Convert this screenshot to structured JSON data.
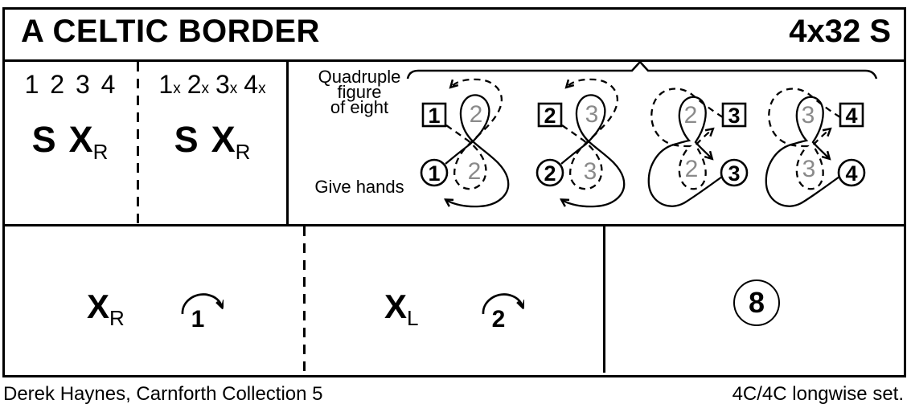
{
  "header": {
    "title": "A CELTIC BORDER",
    "code": "4x32 S"
  },
  "row_bars": {
    "phrase1": {
      "bars": "1 2 3 4",
      "action_s": "S",
      "action_x": "X",
      "action_x_sub": "R"
    },
    "phrase2": {
      "bars": [
        {
          "n": "1",
          "sub": "x"
        },
        {
          "n": "2",
          "sub": "x"
        },
        {
          "n": "3",
          "sub": "x"
        },
        {
          "n": "4",
          "sub": "x"
        }
      ],
      "action_s": "S",
      "action_x": "X",
      "action_x_sub": "R"
    },
    "figure_label_lines": [
      "Quadruple",
      "figure",
      "of eight"
    ],
    "hands_label": "Give hands",
    "diagrams": [
      {
        "square": "1",
        "circle": "1",
        "ghost_top": "2",
        "ghost_bottom": "2",
        "orientation": "left"
      },
      {
        "square": "2",
        "circle": "2",
        "ghost_top": "3",
        "ghost_bottom": "3",
        "orientation": "left"
      },
      {
        "square": "3",
        "circle": "3",
        "ghost_top": "2",
        "ghost_bottom": "2",
        "orientation": "right"
      },
      {
        "square": "4",
        "circle": "4",
        "ghost_top": "3",
        "ghost_bottom": "3",
        "orientation": "right"
      }
    ],
    "ink_color": "#000000",
    "ghost_color": "#8a8a8a"
  },
  "row_turns": {
    "turn1": {
      "action": "X",
      "sub": "R",
      "count": "1"
    },
    "turn2": {
      "action": "X",
      "sub": "L",
      "count": "2"
    },
    "repeat_count": "8"
  },
  "footer": {
    "left": "Derek Haynes, Carnforth Collection 5",
    "right": "4C/4C longwise set."
  }
}
